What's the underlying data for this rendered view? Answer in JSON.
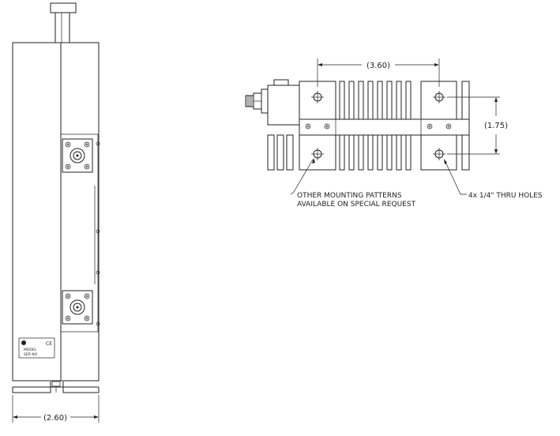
{
  "dimensions": {
    "top_width": "(3.60)",
    "side_height": "(1.75)",
    "bottom_width": "(2.60)"
  },
  "notes": {
    "mounting_line1": "OTHER MOUNTING PATTERNS",
    "mounting_line2": "AVAILABLE ON SPECIAL REQUEST",
    "holes": "4x 1/4\" THRU HOLES"
  },
  "label_plate": {
    "line1": "MODEL",
    "line2": "SER NO",
    "mark": "CE"
  }
}
